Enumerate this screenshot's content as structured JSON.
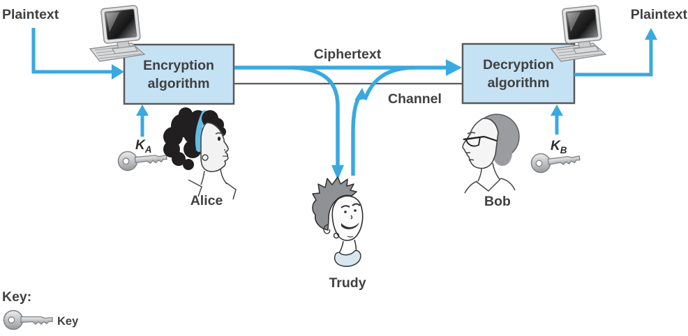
{
  "labels": {
    "plaintext_left": "Plaintext",
    "plaintext_right": "Plaintext",
    "ciphertext": "Ciphertext",
    "channel": "Channel",
    "encryption": {
      "line1": "Encryption",
      "line2": "algorithm"
    },
    "decryption": {
      "line1": "Decryption",
      "line2": "algorithm"
    },
    "key_a": {
      "symbol": "K",
      "subscript": "A"
    },
    "key_b": {
      "symbol": "K",
      "subscript": "B"
    },
    "alice": "Alice",
    "bob": "Bob",
    "trudy": "Trudy",
    "legend": {
      "title": "Key:",
      "key_label": "Key"
    }
  },
  "icons": {
    "computer_left": "computer-icon",
    "computer_right": "computer-icon",
    "key_a_icon": "key-icon",
    "key_b_icon": "key-icon",
    "legend_key_icon": "key-icon"
  },
  "colors": {
    "arrow_blue": "#39A9E0",
    "box_fill": "#C5E2F4",
    "box_border": "#58595B",
    "channel_line": "#58595B",
    "text": "#3F4041",
    "key_metal": "#C3C5C7",
    "hair_black": "#221F20",
    "hair_gray": "#909295",
    "headband_blue": "#63BCE7",
    "collar_blue": "#D8E6F0"
  }
}
